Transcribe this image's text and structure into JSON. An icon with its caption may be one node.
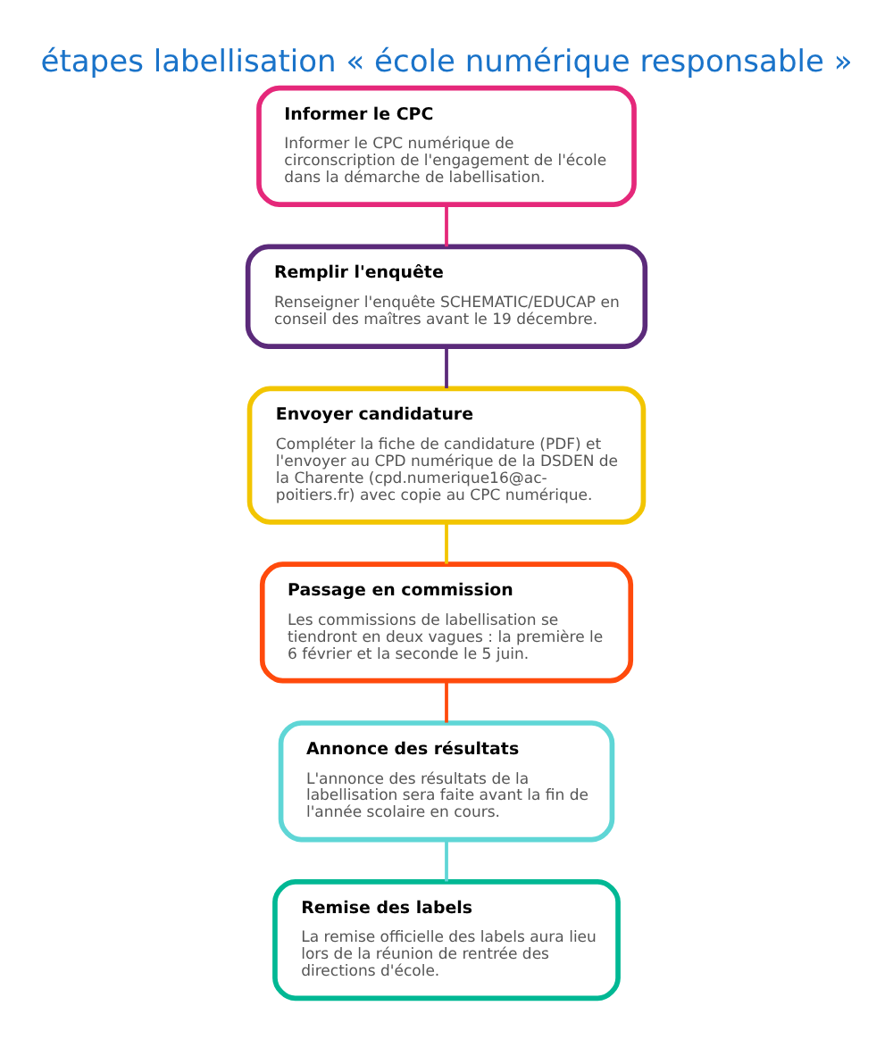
{
  "diagram": {
    "title": "étapes labellisation « école numérique responsable »",
    "nodes": [
      {
        "text": [
          "Informer le CPC",
          "Informer le CPC numérique de circonscription de l'engagement de l'école dans la démarche de labellisation."
        ]
      },
      {
        "text": [
          "Remplir l'enquête",
          "Renseigner l'enquête SCHEMATIC/EDUCAP en conseil des maîtres avant le 19 décembre."
        ]
      },
      {
        "text": [
          "Envoyer candidature",
          "Compléter la fiche de candidature (PDF) et l'envoyer au CPD numérique de la DSDEN de la Charente (cpd.numerique16@ac-poitiers.fr) avec copie au CPC numérique."
        ]
      },
      {
        "text": [
          "Passage en commission",
          "Les commissions de labellisation se tiendront en deux vagues : la première le 6 février et la seconde le 5 juin."
        ]
      },
      {
        "text": [
          "Annonce des résultats",
          "L'annonce des résultats de la labellisation sera faite avant la fin de l'année scolaire en cours."
        ]
      },
      {
        "text": [
          "Remise des labels",
          "La remise officielle des labels aura lieu lors de la réunion de rentrée des directions d'école."
        ]
      }
    ],
    "edges": [
      {
        "from": 0,
        "to": 1,
        "arrow": "none",
        "color": "#e5287a"
      },
      {
        "from": 1,
        "to": 2,
        "arrow": "none",
        "color": "#5b2a7a"
      },
      {
        "from": 2,
        "to": 3,
        "arrow": "none",
        "color": "#f2c500"
      },
      {
        "from": 3,
        "to": 4,
        "arrow": "none",
        "color": "#ff4a0c"
      },
      {
        "from": 4,
        "to": 5,
        "arrow": "none",
        "color": "#5fd6d6"
      }
    ]
  }
}
